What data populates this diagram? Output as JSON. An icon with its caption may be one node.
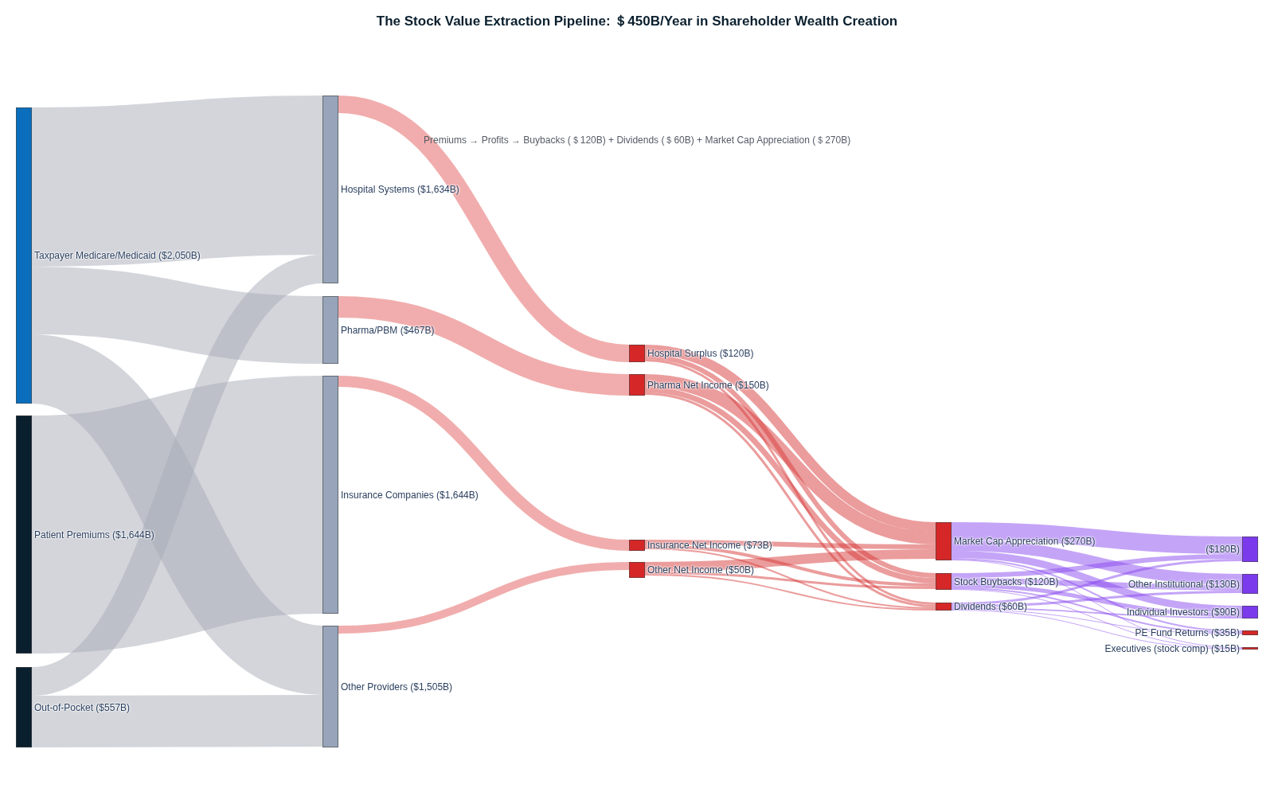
{
  "diagram": {
    "title": "The Stock Value Extraction Pipeline: ＄450B/Year in Shareholder Wealth Creation",
    "nodes": [
      {
        "text": [
          "Taxpayer Medicare/Medicaid ($2,050B)"
        ]
      },
      {
        "text": [
          "Patient Premiums ($1,644B)"
        ]
      },
      {
        "text": [
          "Out-of-Pocket ($557B)"
        ]
      },
      {
        "text": [
          "Hospital Systems ($1,634B)"
        ]
      },
      {
        "text": [
          "Pharma/PBM ($467B)"
        ]
      },
      {
        "text": [
          "Insurance Companies ($1,644B)"
        ]
      },
      {
        "text": [
          "Other Providers ($1,505B)"
        ]
      },
      {
        "text": [
          "Hospital Surplus ($120B)"
        ]
      },
      {
        "text": [
          "Pharma Net Income ($150B)"
        ]
      },
      {
        "text": [
          "Insurance Net Income ($73B)"
        ]
      },
      {
        "text": [
          "Other Net Income ($50B)"
        ]
      },
      {
        "text": [
          "Market Cap Appreciation ($270B)"
        ]
      },
      {
        "text": [
          "Stock Buybacks ($120B)"
        ]
      },
      {
        "text": [
          "Dividends ($60B)"
        ]
      },
      {
        "text": [
          "($180B)"
        ]
      },
      {
        "text": [
          "Other Institutional ($130B)"
        ]
      },
      {
        "text": [
          "Individual Investors ($90B)"
        ]
      },
      {
        "text": [
          "PE Fund Returns ($35B)"
        ]
      },
      {
        "text": [
          "Executives (stock comp) ($15B)"
        ]
      }
    ],
    "edges": [
      {
        "from": 0,
        "to": 3,
        "arrow": "none",
        "style": "thick",
        "color": "#a8abb7"
      },
      {
        "from": 0,
        "to": 4,
        "arrow": "none",
        "style": "thick",
        "color": "#a8abb7"
      },
      {
        "from": 0,
        "to": 6,
        "arrow": "none",
        "style": "thick",
        "color": "#a8abb7"
      },
      {
        "from": 1,
        "to": 5,
        "arrow": "none",
        "style": "thick",
        "color": "#a8abb7"
      },
      {
        "from": 2,
        "to": 3,
        "arrow": "none",
        "style": "thick",
        "color": "#a8abb7"
      },
      {
        "from": 2,
        "to": 6,
        "arrow": "none",
        "style": "thick",
        "color": "#a8abb7"
      },
      {
        "from": 3,
        "to": 7,
        "arrow": "none",
        "style": "thick",
        "color": "#e35c5c"
      },
      {
        "from": 4,
        "to": 8,
        "arrow": "none",
        "style": "thick",
        "color": "#e35c5c"
      },
      {
        "from": 5,
        "to": 9,
        "arrow": "none",
        "style": "thick",
        "color": "#e35c5c"
      },
      {
        "from": 6,
        "to": 10,
        "arrow": "none",
        "color": "#e35c5c"
      },
      {
        "from": 7,
        "to": 11,
        "arrow": "none",
        "style": "thick",
        "color": "#d83a3a"
      },
      {
        "from": 7,
        "to": 12,
        "arrow": "none",
        "color": "#d83a3a"
      },
      {
        "from": 7,
        "to": 13,
        "arrow": "none",
        "color": "#d83a3a"
      },
      {
        "from": 8,
        "to": 11,
        "arrow": "none",
        "style": "thick",
        "color": "#d83a3a"
      },
      {
        "from": 8,
        "to": 12,
        "arrow": "none",
        "color": "#d83a3a"
      },
      {
        "from": 8,
        "to": 13,
        "arrow": "none",
        "color": "#d83a3a"
      },
      {
        "from": 9,
        "to": 11,
        "arrow": "none",
        "color": "#d83a3a"
      },
      {
        "from": 9,
        "to": 12,
        "arrow": "none",
        "color": "#d83a3a"
      },
      {
        "from": 9,
        "to": 13,
        "arrow": "none",
        "color": "#d83a3a"
      },
      {
        "from": 10,
        "to": 11,
        "arrow": "none",
        "style": "thick",
        "color": "#d83a3a"
      },
      {
        "from": 10,
        "to": 12,
        "arrow": "none",
        "color": "#d83a3a"
      },
      {
        "from": 10,
        "to": 13,
        "arrow": "none",
        "color": "#d83a3a"
      },
      {
        "from": 11,
        "to": 14,
        "arrow": "none",
        "style": "thick"
      },
      {
        "from": 11,
        "to": 15,
        "arrow": "none",
        "style": "thick"
      },
      {
        "from": 11,
        "to": 16,
        "arrow": "none"
      },
      {
        "from": 11,
        "to": 17,
        "arrow": "none"
      },
      {
        "from": 11,
        "to": 18,
        "arrow": "none"
      },
      {
        "from": 12,
        "to": 14,
        "arrow": "none"
      },
      {
        "from": 12,
        "to": 15,
        "arrow": "none"
      },
      {
        "from": 12,
        "to": 16,
        "arrow": "none"
      },
      {
        "from": 12,
        "to": 17,
        "arrow": "none"
      },
      {
        "from": 12,
        "to": 18,
        "arrow": "none"
      },
      {
        "from": 13,
        "to": 14,
        "arrow": "none"
      },
      {
        "from": 13,
        "to": 15,
        "arrow": "none"
      },
      {
        "from": 13,
        "to": 16,
        "arrow": "none"
      },
      {
        "from": 13,
        "to": 17,
        "arrow": "none"
      },
      {
        "from": 13,
        "to": 18,
        "arrow": "none"
      }
    ],
    "labels": [
      "Premiums → Profits → Buybacks (＄120B) + Dividends (＄60B) + Market Cap Appreciation (＄270B)"
    ]
  }
}
